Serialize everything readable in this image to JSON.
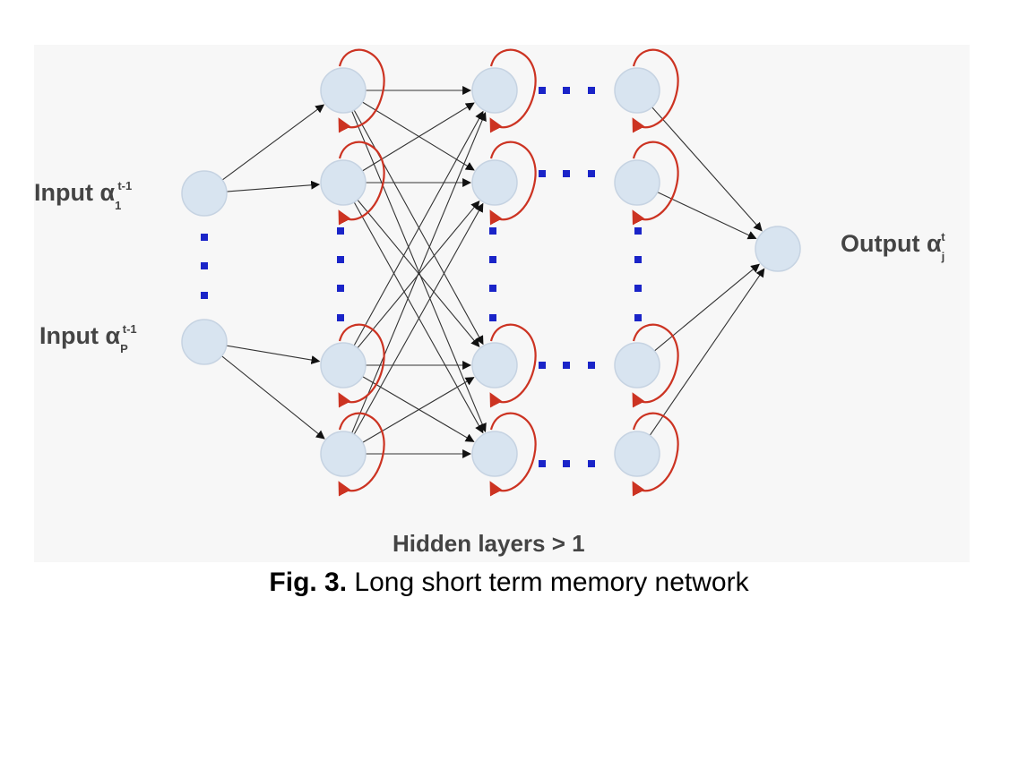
{
  "diagram": {
    "input_1": {
      "text": "Input α",
      "sub": "1",
      "sup": "t-1"
    },
    "input_p": {
      "text": "Input α",
      "sub": "P",
      "sup": "t-1"
    },
    "output": {
      "text": "Output α",
      "sub": "j",
      "sup": "t"
    },
    "hidden_label": "Hidden layers > 1",
    "colors": {
      "node_fill": "#d8e4f0",
      "node_stroke": "#c6d3e2",
      "edge": "#333333",
      "recurrent": "#cc3322",
      "ellipsis_dots": "#1a24c8"
    }
  },
  "caption": {
    "prefix": "Fig. 3.",
    "text": " Long short term memory network"
  }
}
